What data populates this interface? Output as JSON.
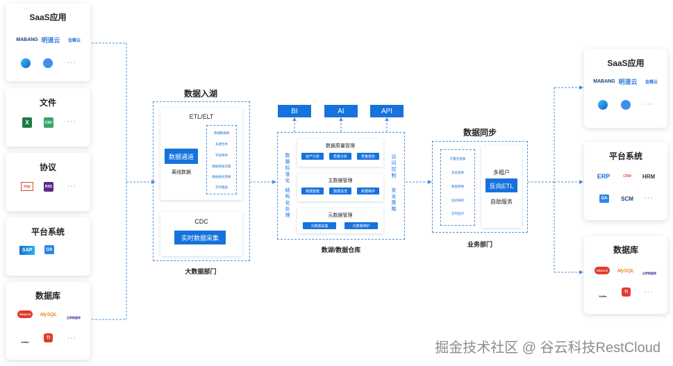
{
  "left_sources": [
    {
      "title": "SaaS应用",
      "logos": [
        "MABANG",
        "明道云",
        "金蝶云"
      ],
      "icons": [
        "wave-logo",
        "circle-logo"
      ],
      "more": "···"
    },
    {
      "title": "文件",
      "logos": [
        "X",
        "CSV"
      ],
      "more": "···"
    },
    {
      "title": "协议",
      "logos": [
        "http",
        "RSS"
      ],
      "more": "···"
    },
    {
      "title": "平台系统",
      "logos": [
        "SAP",
        "OA"
      ]
    },
    {
      "title": "数据库",
      "logos": [
        "ORACLE",
        "MySQL",
        "达梦数据库",
        "Kafka",
        "TI"
      ],
      "more": "···"
    }
  ],
  "ingest": {
    "title": "数据入湖",
    "etl_title": "ETL/ELT",
    "channel_button": "数据通道",
    "offline_label": "离线数据",
    "steps": [
      "清理数据格",
      "多源合并",
      "字段映射",
      "数据增值流量",
      "数据格式转换",
      "实时推送"
    ],
    "cdc_title": "CDC",
    "realtime_button": "实时数据采集",
    "department": "大数据部门"
  },
  "lake": {
    "outputs": [
      "BI",
      "AI",
      "API"
    ],
    "left_vertical": "数据标准化 结构化处理",
    "left_v1": "数据标准化",
    "left_v2": "结构化处理",
    "right_v1": "访问控制",
    "right_v2": "安全策略",
    "quality_title": "数据质量管理",
    "quality_items": [
      "资产分析",
      "质量分析",
      "质量报告"
    ],
    "master_title": "主数据管理",
    "master_items": [
      "数据建模",
      "数据清洗",
      "数据维护"
    ],
    "meta_title": "元数据管理",
    "meta_items": [
      "元数据采集",
      "元数据维护"
    ],
    "caption": "数湖/数据仓库"
  },
  "sync": {
    "title": "数据同步",
    "left_items": [
      "内置连接器",
      "多表复制",
      "数据转换",
      "动态映射",
      "实时监控"
    ],
    "tenant_label": "多租户",
    "reverse_button": "反向ETL",
    "self_service": "自助服务",
    "department": "业务部门"
  },
  "right_targets": [
    {
      "title": "SaaS应用",
      "logos": [
        "MABANG",
        "明道云",
        "金蝶云"
      ],
      "more": "···"
    },
    {
      "title": "平台系统",
      "logos": [
        "ERP",
        "CRM",
        "HRM",
        "OA",
        "SCM"
      ],
      "more": "···"
    },
    {
      "title": "数据库",
      "logos": [
        "ORACLE",
        "MySQL",
        "达梦数据库",
        "Kafka",
        "TI"
      ],
      "more": "···"
    }
  ],
  "watermark": "掘金技术社区 @ 谷云科技RestCloud",
  "colors": {
    "accent": "#1672dc",
    "dash": "#4a90d9"
  }
}
